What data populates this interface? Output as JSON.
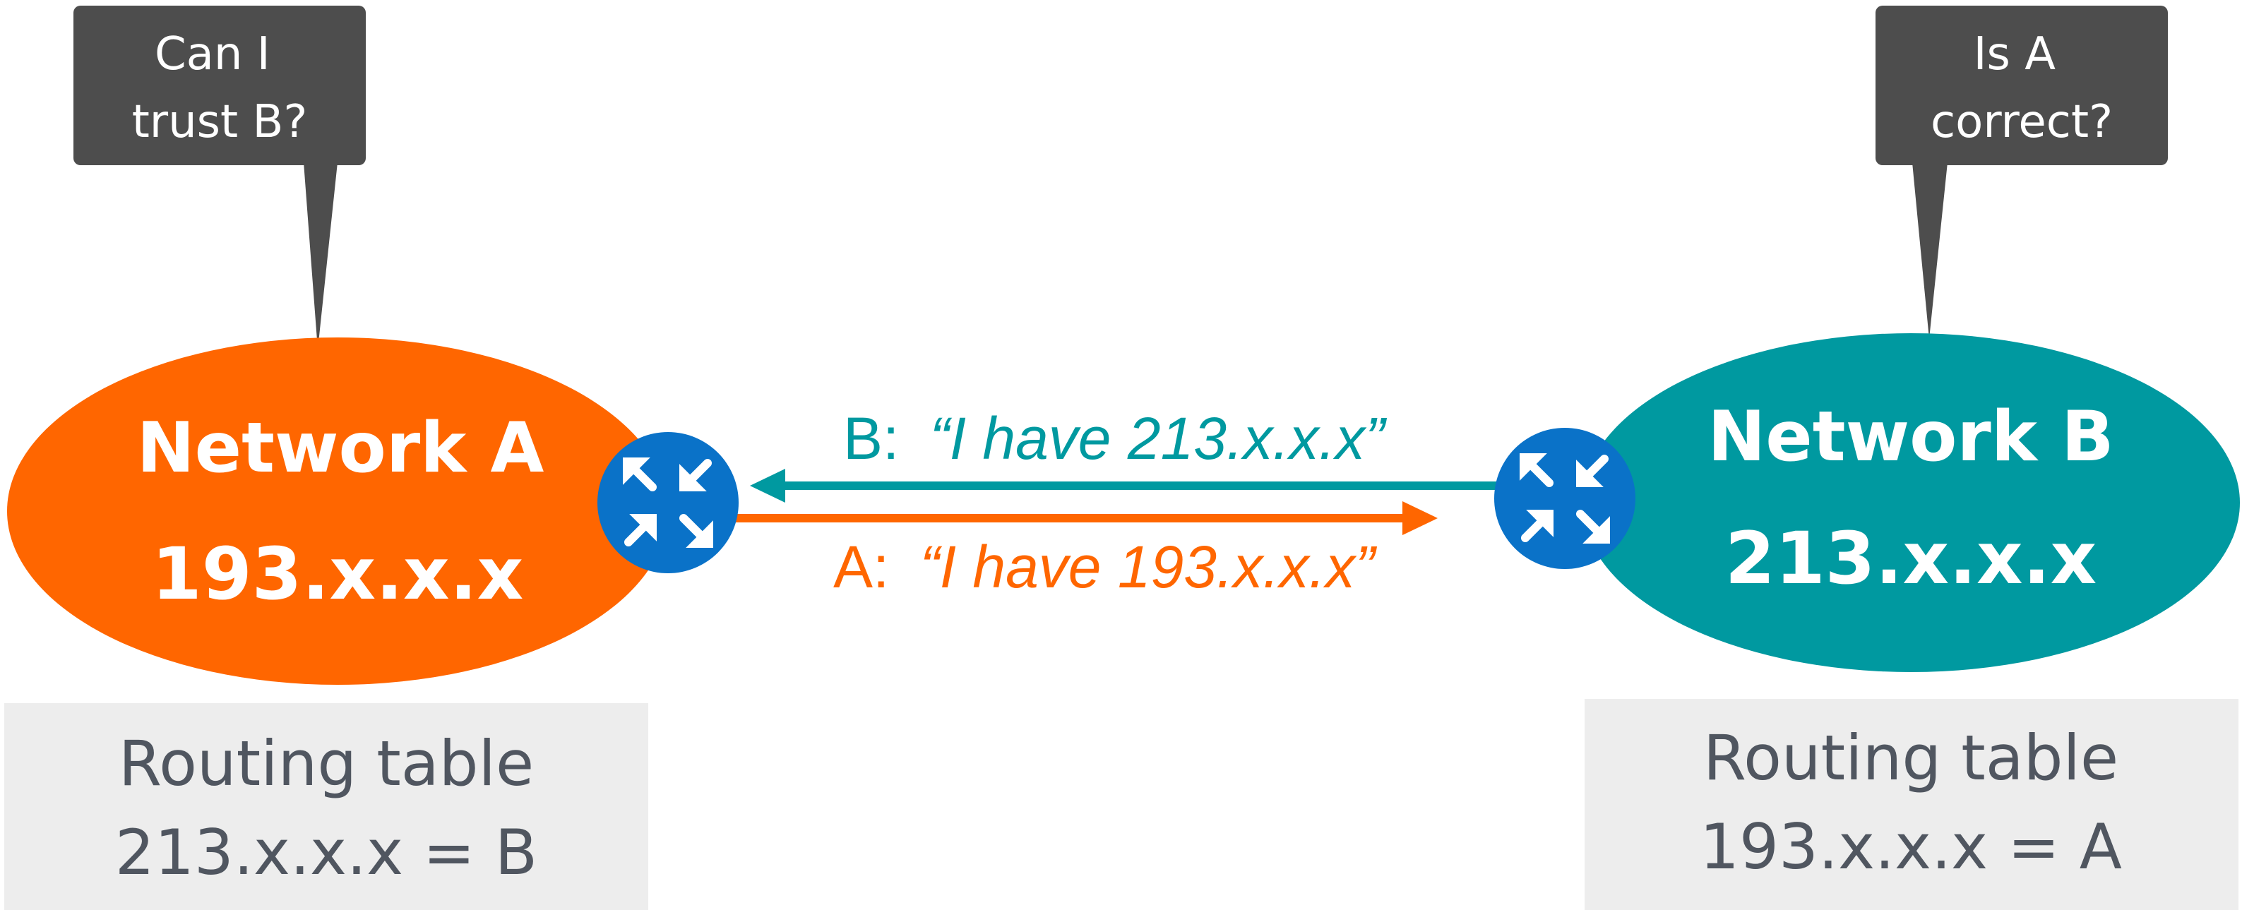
{
  "colors": {
    "network_a": "#ff6600",
    "network_b": "#0099a0",
    "router": "#0a72c8",
    "callout": "#4d4d4d",
    "table_bg": "#ededed",
    "table_text": "#505660",
    "arrow_a": "#ff6600",
    "arrow_b": "#0099a0"
  },
  "callouts": {
    "a": {
      "lines": [
        "Can I",
        "trust B?"
      ]
    },
    "b": {
      "lines": [
        "Is A",
        "correct?"
      ]
    }
  },
  "networks": {
    "a": {
      "name": "Network A",
      "prefix": "193.x.x.x",
      "router_icon": "router-icon"
    },
    "b": {
      "name": "Network B",
      "prefix": "213.x.x.x",
      "router_icon": "router-icon"
    }
  },
  "messages": {
    "b_to_a": {
      "sender": "B:",
      "quote": "“I have 213.x.x.x”"
    },
    "a_to_b": {
      "sender": "A:",
      "quote": "“I have 193.x.x.x”"
    }
  },
  "routing_tables": {
    "a": {
      "title": "Routing table",
      "entry": "213.x.x.x = B"
    },
    "b": {
      "title": "Routing table",
      "entry": "193.x.x.x = A"
    }
  }
}
